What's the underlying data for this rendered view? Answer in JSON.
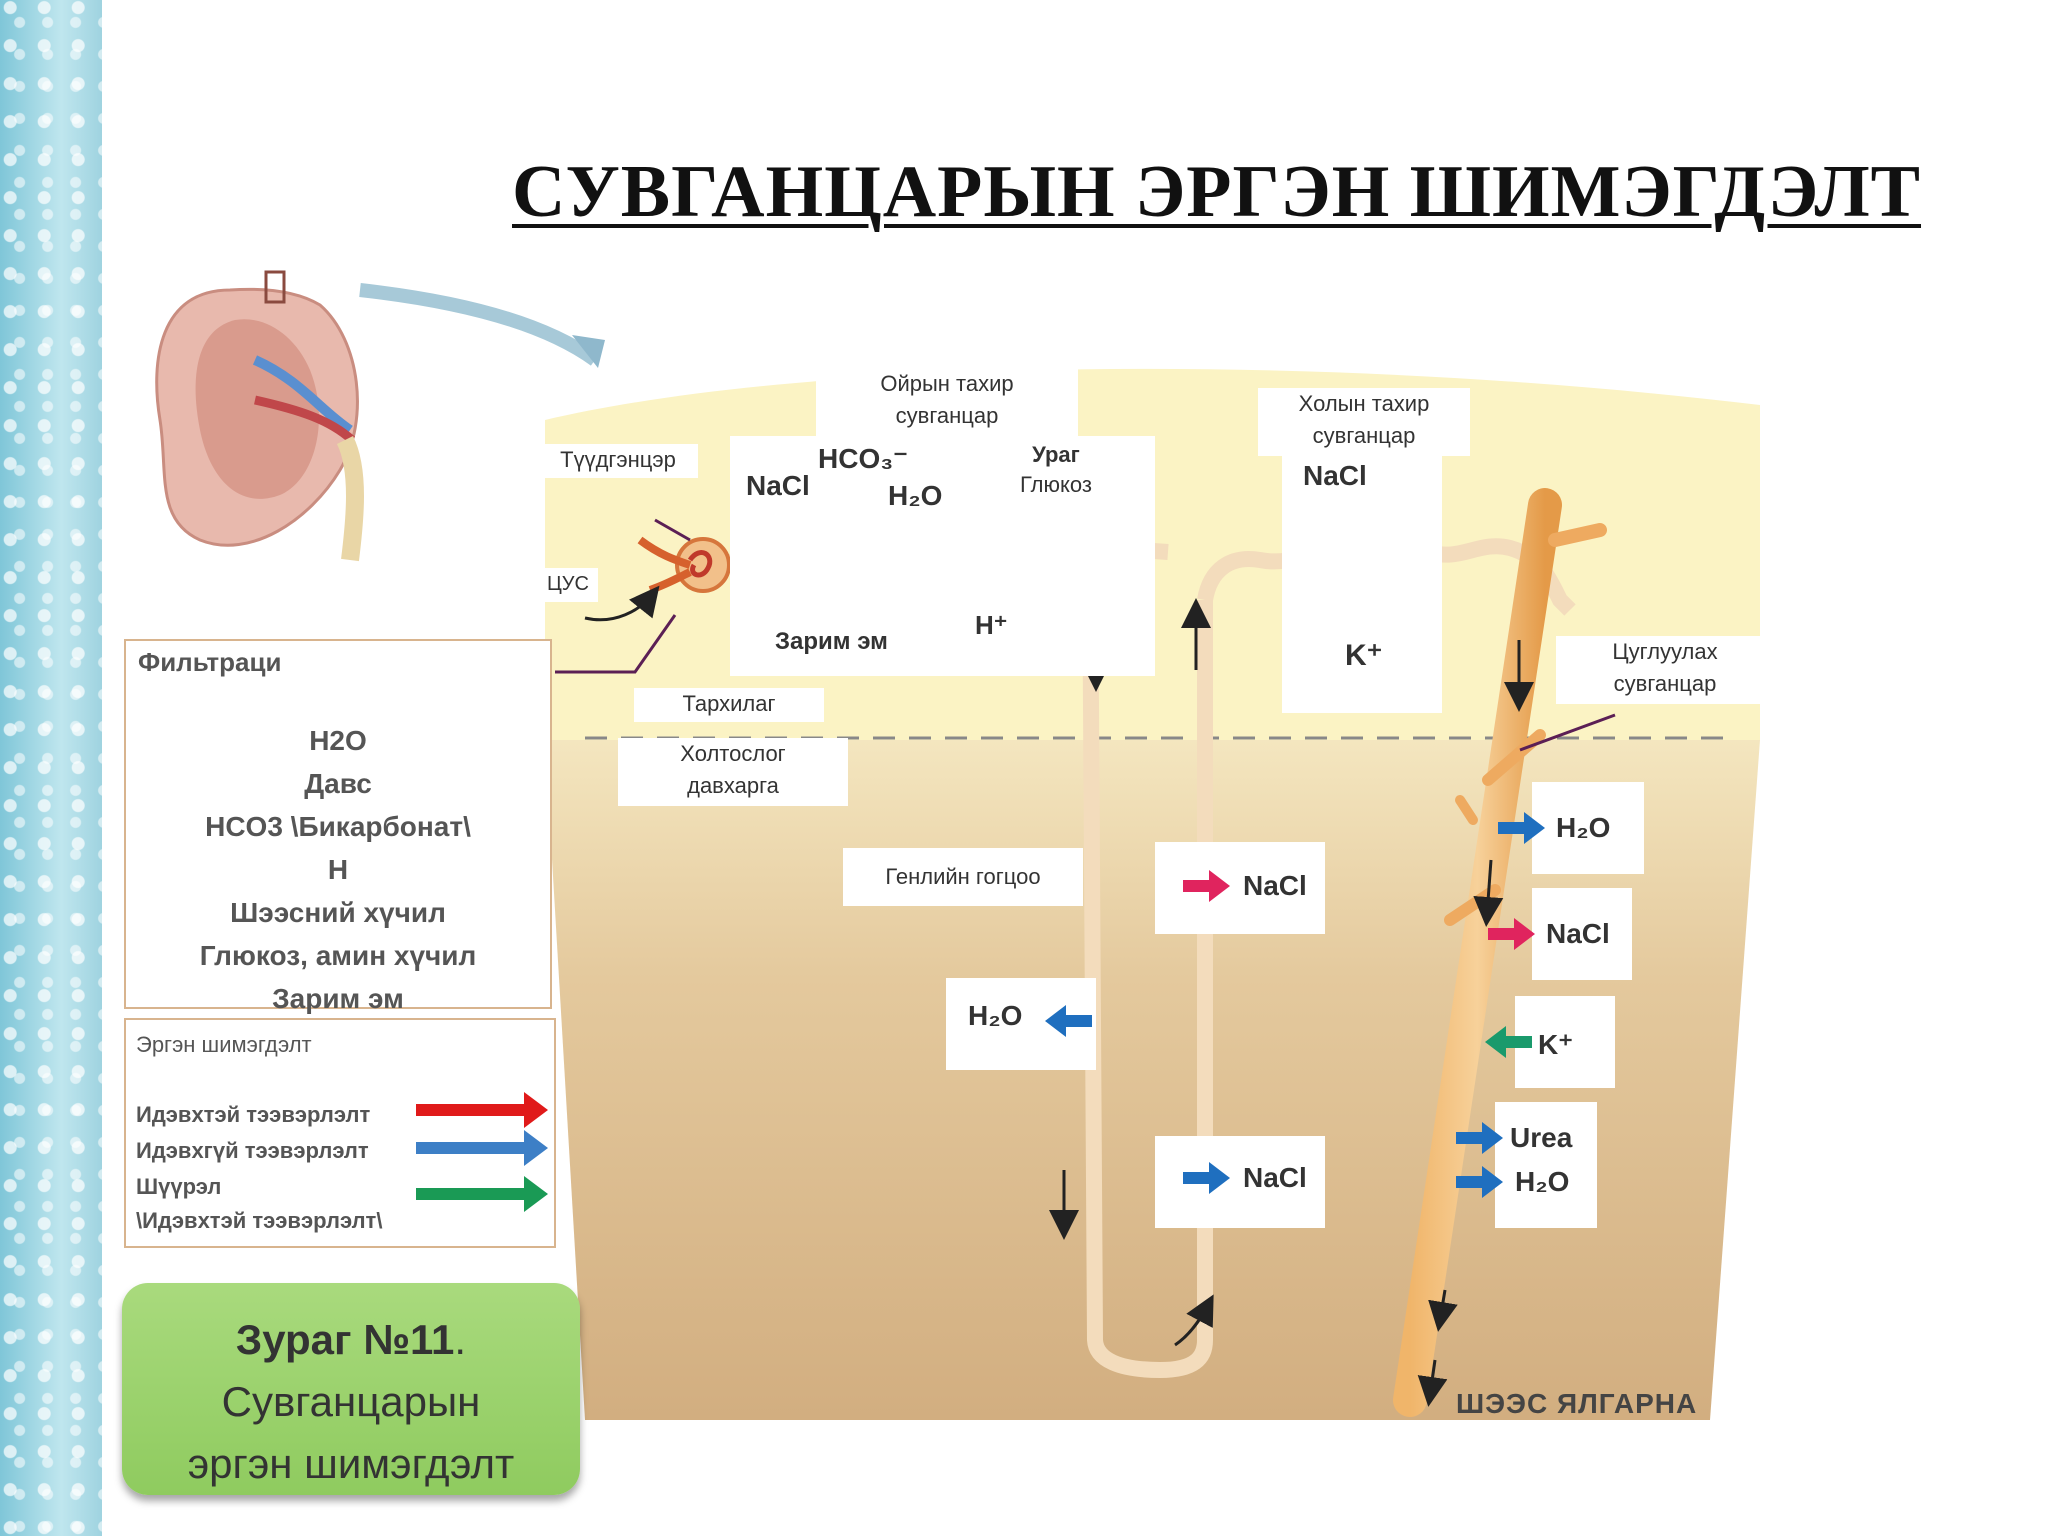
{
  "title": "СУВГАНЦАРЫН ЭРГЭН ШИМЭГДЭЛТ",
  "labels": {
    "proximal": [
      "Ойрын тахир",
      "сувганцар"
    ],
    "distal": [
      "Холын тахир",
      "сувганцар"
    ],
    "glomerulus": "Түүдгэнцэр",
    "blood": "ЦУС",
    "cortex": "Тархилаг",
    "medulla": [
      "Холтослог",
      "давхарга"
    ],
    "henle": "Генлийн гогцоо",
    "collecting": [
      "Цуглуулах",
      "сувганцар"
    ],
    "urine": "ШЭЭС ЯЛГАРНА"
  },
  "substances": {
    "prox_nacl": "NaCl",
    "prox_hco3": "HCO₃⁻",
    "prox_h2o": "H₂O",
    "prox_urea_glu": [
      "Ураг",
      "Глюкоз"
    ],
    "prox_drugs": "Зарим эм",
    "prox_h": "H⁺",
    "dist_nacl": "NaCl",
    "dist_k": "K⁺",
    "desc_h2o": "H₂O",
    "asc_nacl_1": "NaCl",
    "asc_nacl_2": "NaCl",
    "cd_h2o": "H₂O",
    "cd_nacl": "NaCl",
    "cd_k": "K⁺",
    "cd_urea": "Urea",
    "cd_h2o_2": "H₂O"
  },
  "filtration": {
    "title": "Фильтраци",
    "items": [
      "H2O",
      "Давс",
      "HCO3 \\Бикарбонат\\",
      "H",
      "Шээсний хүчил",
      "Глюкоз, амин хүчил",
      "Зарим эм"
    ]
  },
  "legend": {
    "title": "Эргэн шимэгдэлт",
    "active": "Идэвхтэй тээвэрлэлт",
    "passive": "Идэвхгүй тээвэрлэлт",
    "secretion": [
      "Шүүрэл",
      "\\Идэвхтэй тээвэрлэлт\\"
    ]
  },
  "caption": {
    "number": "Зураг №11",
    "dot": ".",
    "line1": "Сувганцарын",
    "line2": "эргэн шимэгдэлт"
  },
  "colors": {
    "active": "#e0245e",
    "passive": "#1f6fbf",
    "secretion": "#1a9a6c",
    "cortex": "#fbf3c4",
    "medulla": "#d9b88c",
    "tubule": "#f6dfc0"
  }
}
